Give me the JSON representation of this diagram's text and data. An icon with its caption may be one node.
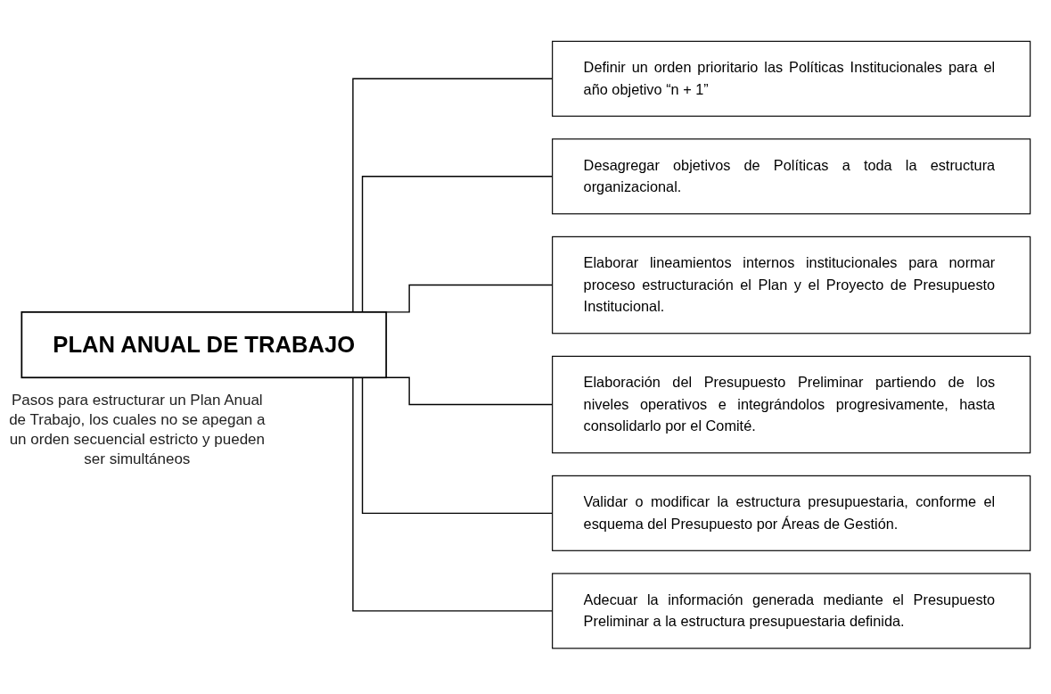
{
  "diagram": {
    "nodes": [
      {
        "text": [
          "PLAN ANUAL DE TRABAJO"
        ],
        "beside": [
          "Pasos para estructurar un Plan Anual de Trabajo, los cuales no se apegan a un orden secuencial estricto y pueden ser simultáneos"
        ]
      },
      {
        "text": [
          "Definir un orden prioritario las Políticas Institucionales para el año objetivo “n + 1”"
        ]
      },
      {
        "text": [
          "Desagregar objetivos de Políticas a toda la estructura organizacional."
        ]
      },
      {
        "text": [
          "Elaborar lineamientos internos institucionales para normar proceso estructuración el Plan y el Proyecto de Presupuesto Institucional."
        ]
      },
      {
        "text": [
          "Elaboración del Presupuesto Preliminar partiendo de los niveles operativos e integrándolos progresivamente, hasta consolidarlo por el Comité."
        ]
      },
      {
        "text": [
          "Validar o modificar la estructura presupuestaria, conforme el esquema del Presupuesto por Áreas de Gestión."
        ]
      },
      {
        "text": [
          "Adecuar la información generada mediante el Presupuesto Preliminar a la estructura presupuestaria definida."
        ]
      }
    ],
    "edges": [
      {
        "from": 0,
        "to": 1,
        "arrow": "none"
      },
      {
        "from": 0,
        "to": 2,
        "arrow": "none"
      },
      {
        "from": 0,
        "to": 3,
        "arrow": "none"
      },
      {
        "from": 0,
        "to": 4,
        "arrow": "none"
      },
      {
        "from": 0,
        "to": 5,
        "arrow": "none"
      },
      {
        "from": 0,
        "to": 6,
        "arrow": "none"
      }
    ]
  }
}
